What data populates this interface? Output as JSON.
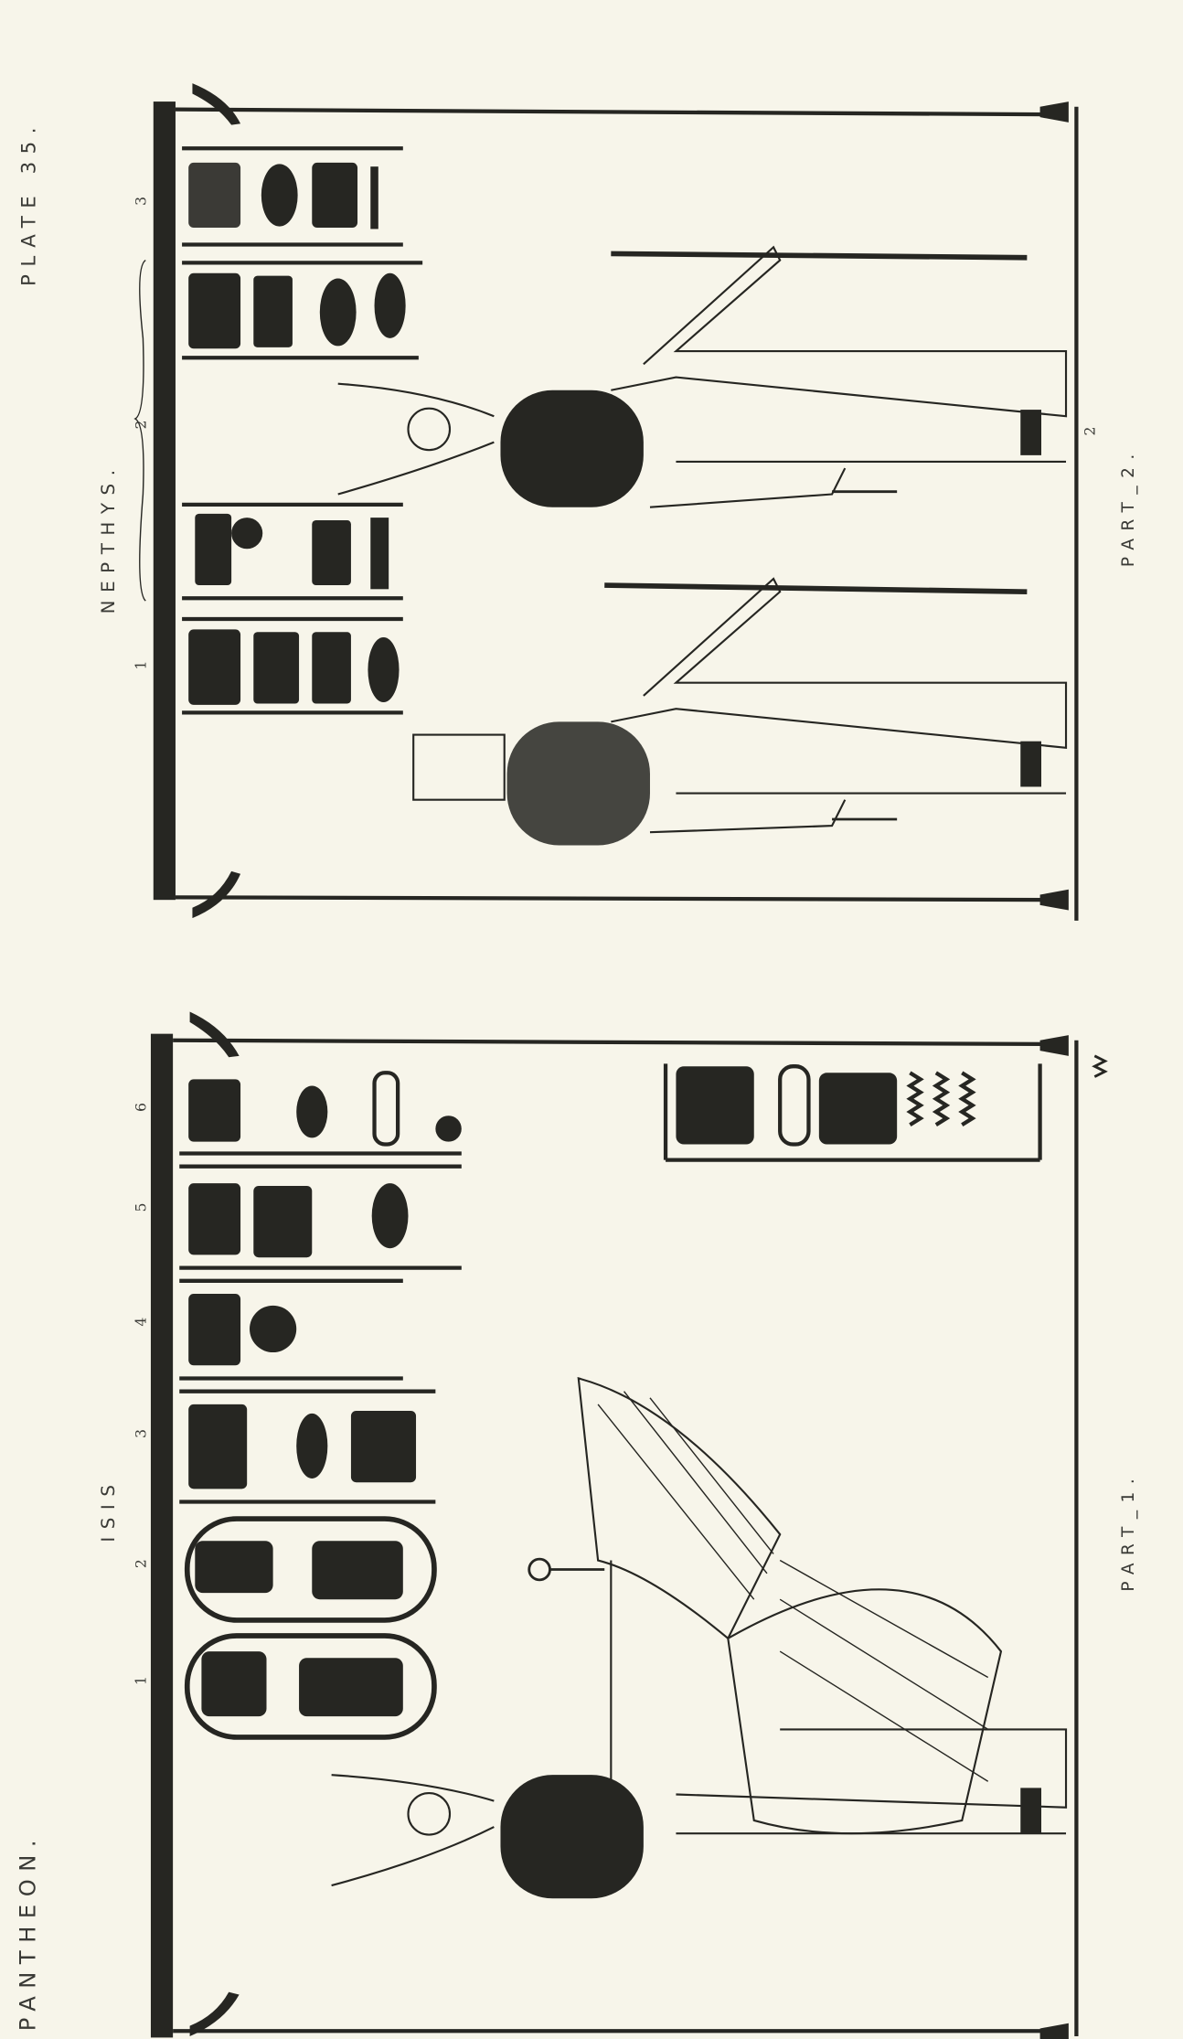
{
  "plate": {
    "book_title": "PANTHEON.",
    "plate_number": "PLATE 35."
  },
  "part_1": {
    "deity": "ISIS",
    "part_label": "PART_1.",
    "column_numbers": [
      "1",
      "2",
      "3",
      "4",
      "5",
      "6"
    ]
  },
  "part_2": {
    "deity": "NEPTHYS.",
    "part_label": "PART_2.",
    "column_numbers": [
      "1",
      "2",
      "3"
    ],
    "foot_mark": "2"
  },
  "colors": {
    "paper": "#f7f5ea",
    "ink": "#262622"
  }
}
